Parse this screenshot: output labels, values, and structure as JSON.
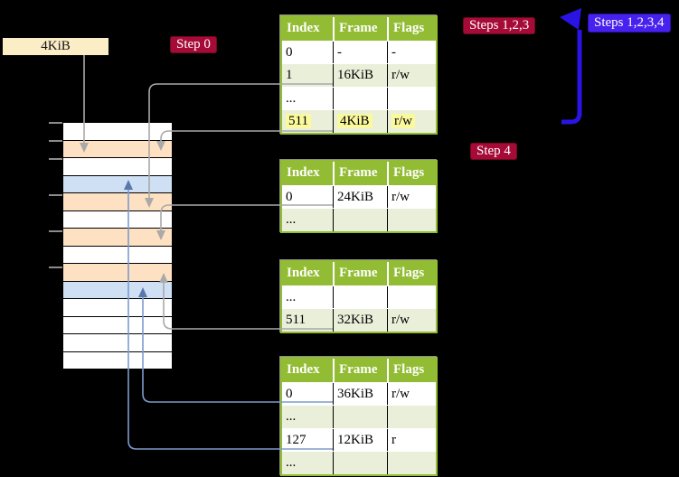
{
  "frame_label": "4KiB",
  "badges": {
    "step0": {
      "label": "Step 0"
    },
    "steps123": {
      "label": "Steps 1,2,3"
    },
    "steps1234": {
      "label": "Steps 1,2,3,4"
    },
    "step4": {
      "label": "Step 4"
    }
  },
  "memory": {
    "rows": [
      "white",
      "orange",
      "white",
      "blue",
      "orange",
      "white",
      "orange",
      "white",
      "orange",
      "blue",
      "white",
      "white",
      "white",
      "white"
    ]
  },
  "tables": [
    {
      "name": "page-table-1",
      "headers": [
        "Index",
        "Frame",
        "Flags"
      ],
      "rows": [
        {
          "cells": [
            "0",
            "-",
            "-"
          ],
          "shaded": false,
          "highlight": false,
          "tail": null
        },
        {
          "cells": [
            "1",
            "16KiB",
            "r/w"
          ],
          "shaded": true,
          "highlight": false,
          "tail": "gray"
        },
        {
          "cells": [
            "...",
            "",
            ""
          ],
          "shaded": false,
          "highlight": false,
          "tail": null
        },
        {
          "cells": [
            "511",
            "4KiB",
            "r/w"
          ],
          "shaded": true,
          "highlight": true,
          "tail": "gray"
        }
      ]
    },
    {
      "name": "page-table-2",
      "headers": [
        "Index",
        "Frame",
        "Flags"
      ],
      "rows": [
        {
          "cells": [
            "0",
            "24KiB",
            "r/w"
          ],
          "shaded": false,
          "highlight": false,
          "tail": "gray"
        },
        {
          "cells": [
            "...",
            "",
            ""
          ],
          "shaded": true,
          "highlight": false,
          "tail": null
        }
      ]
    },
    {
      "name": "page-table-3",
      "headers": [
        "Index",
        "Frame",
        "Flags"
      ],
      "rows": [
        {
          "cells": [
            "...",
            "",
            ""
          ],
          "shaded": false,
          "highlight": false,
          "tail": null
        },
        {
          "cells": [
            "511",
            "32KiB",
            "r/w"
          ],
          "shaded": true,
          "highlight": false,
          "tail": "gray"
        }
      ]
    },
    {
      "name": "page-table-4",
      "headers": [
        "Index",
        "Frame",
        "Flags"
      ],
      "rows": [
        {
          "cells": [
            "0",
            "36KiB",
            "r/w"
          ],
          "shaded": false,
          "highlight": false,
          "tail": "blue"
        },
        {
          "cells": [
            "...",
            "",
            ""
          ],
          "shaded": true,
          "highlight": false,
          "tail": null
        },
        {
          "cells": [
            "127",
            "12KiB",
            "r"
          ],
          "shaded": false,
          "highlight": false,
          "tail": "blue"
        },
        {
          "cells": [
            "...",
            "",
            ""
          ],
          "shaded": true,
          "highlight": false,
          "tail": null
        }
      ]
    }
  ],
  "colors": {
    "header_green": "#92BC33",
    "row_shaded": "#E9EFD9",
    "highlight_yellow": "#FBF99E",
    "badge_red": "#A60B37",
    "badge_blue": "#4722EE",
    "big_arrow_blue": "#2A14E4",
    "connector_gray": "#A9A9A9",
    "connector_blue": "#7E9BCB",
    "frame_label_bg": "#FBEDC5",
    "memory_orange": "#FDE1C2",
    "memory_blue": "#CFE0F4"
  }
}
